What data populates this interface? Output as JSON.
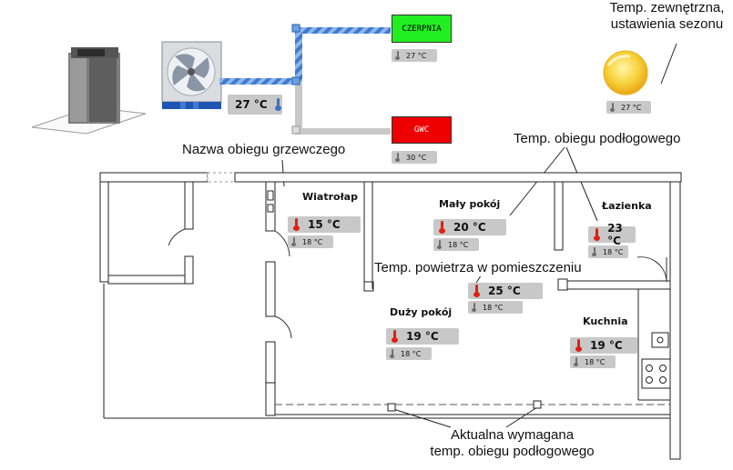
{
  "annotations": {
    "outdoor_temp": "Temp. zewnętrzna,\nustawienia sezonu",
    "circuit_name": "Nazwa obiegu grzewczego",
    "floor_circuit_temp": "Temp. obiegu podłogowego",
    "room_air_temp": "Temp. powietrza w pomieszczeniu",
    "required_temp_line1": "Aktualna wymagana",
    "required_temp_line2": "temp. obiegu podłogowego"
  },
  "equipment": {
    "intake": {
      "label": "CZERPNIA",
      "temp": "27 °C",
      "color": "#22ee22"
    },
    "gwc": {
      "label": "GWC",
      "temp": "30 °C",
      "color": "#ee0000"
    },
    "unit_temp": "27 °C",
    "outdoor_temp": "27 °C"
  },
  "rooms": [
    {
      "name": "Wiatrołap",
      "temp": "15 °C",
      "setpoint": "18 °C"
    },
    {
      "name": "Mały pokój",
      "temp": "20 °C",
      "setpoint": "18 °C"
    },
    {
      "name": "Łazienka",
      "temp": "23 °C",
      "setpoint": "18 °C"
    },
    {
      "name": "",
      "temp": "25 °C",
      "setpoint": "18 °C"
    },
    {
      "name": "Duży pokój",
      "temp": "19 °C",
      "setpoint": "18 °C"
    },
    {
      "name": "Kuchnia",
      "temp": "19 °C",
      "setpoint": "18 °C"
    }
  ],
  "icons": [
    "recuperator-unit-icon",
    "fan-unit-icon",
    "sun-icon",
    "thermometer-icon"
  ],
  "colors": {
    "duct_blue": "#3f7ad0",
    "duct_grey": "#bfbfbf",
    "intake_green": "#22ee22",
    "gwc_red": "#ee0000"
  }
}
